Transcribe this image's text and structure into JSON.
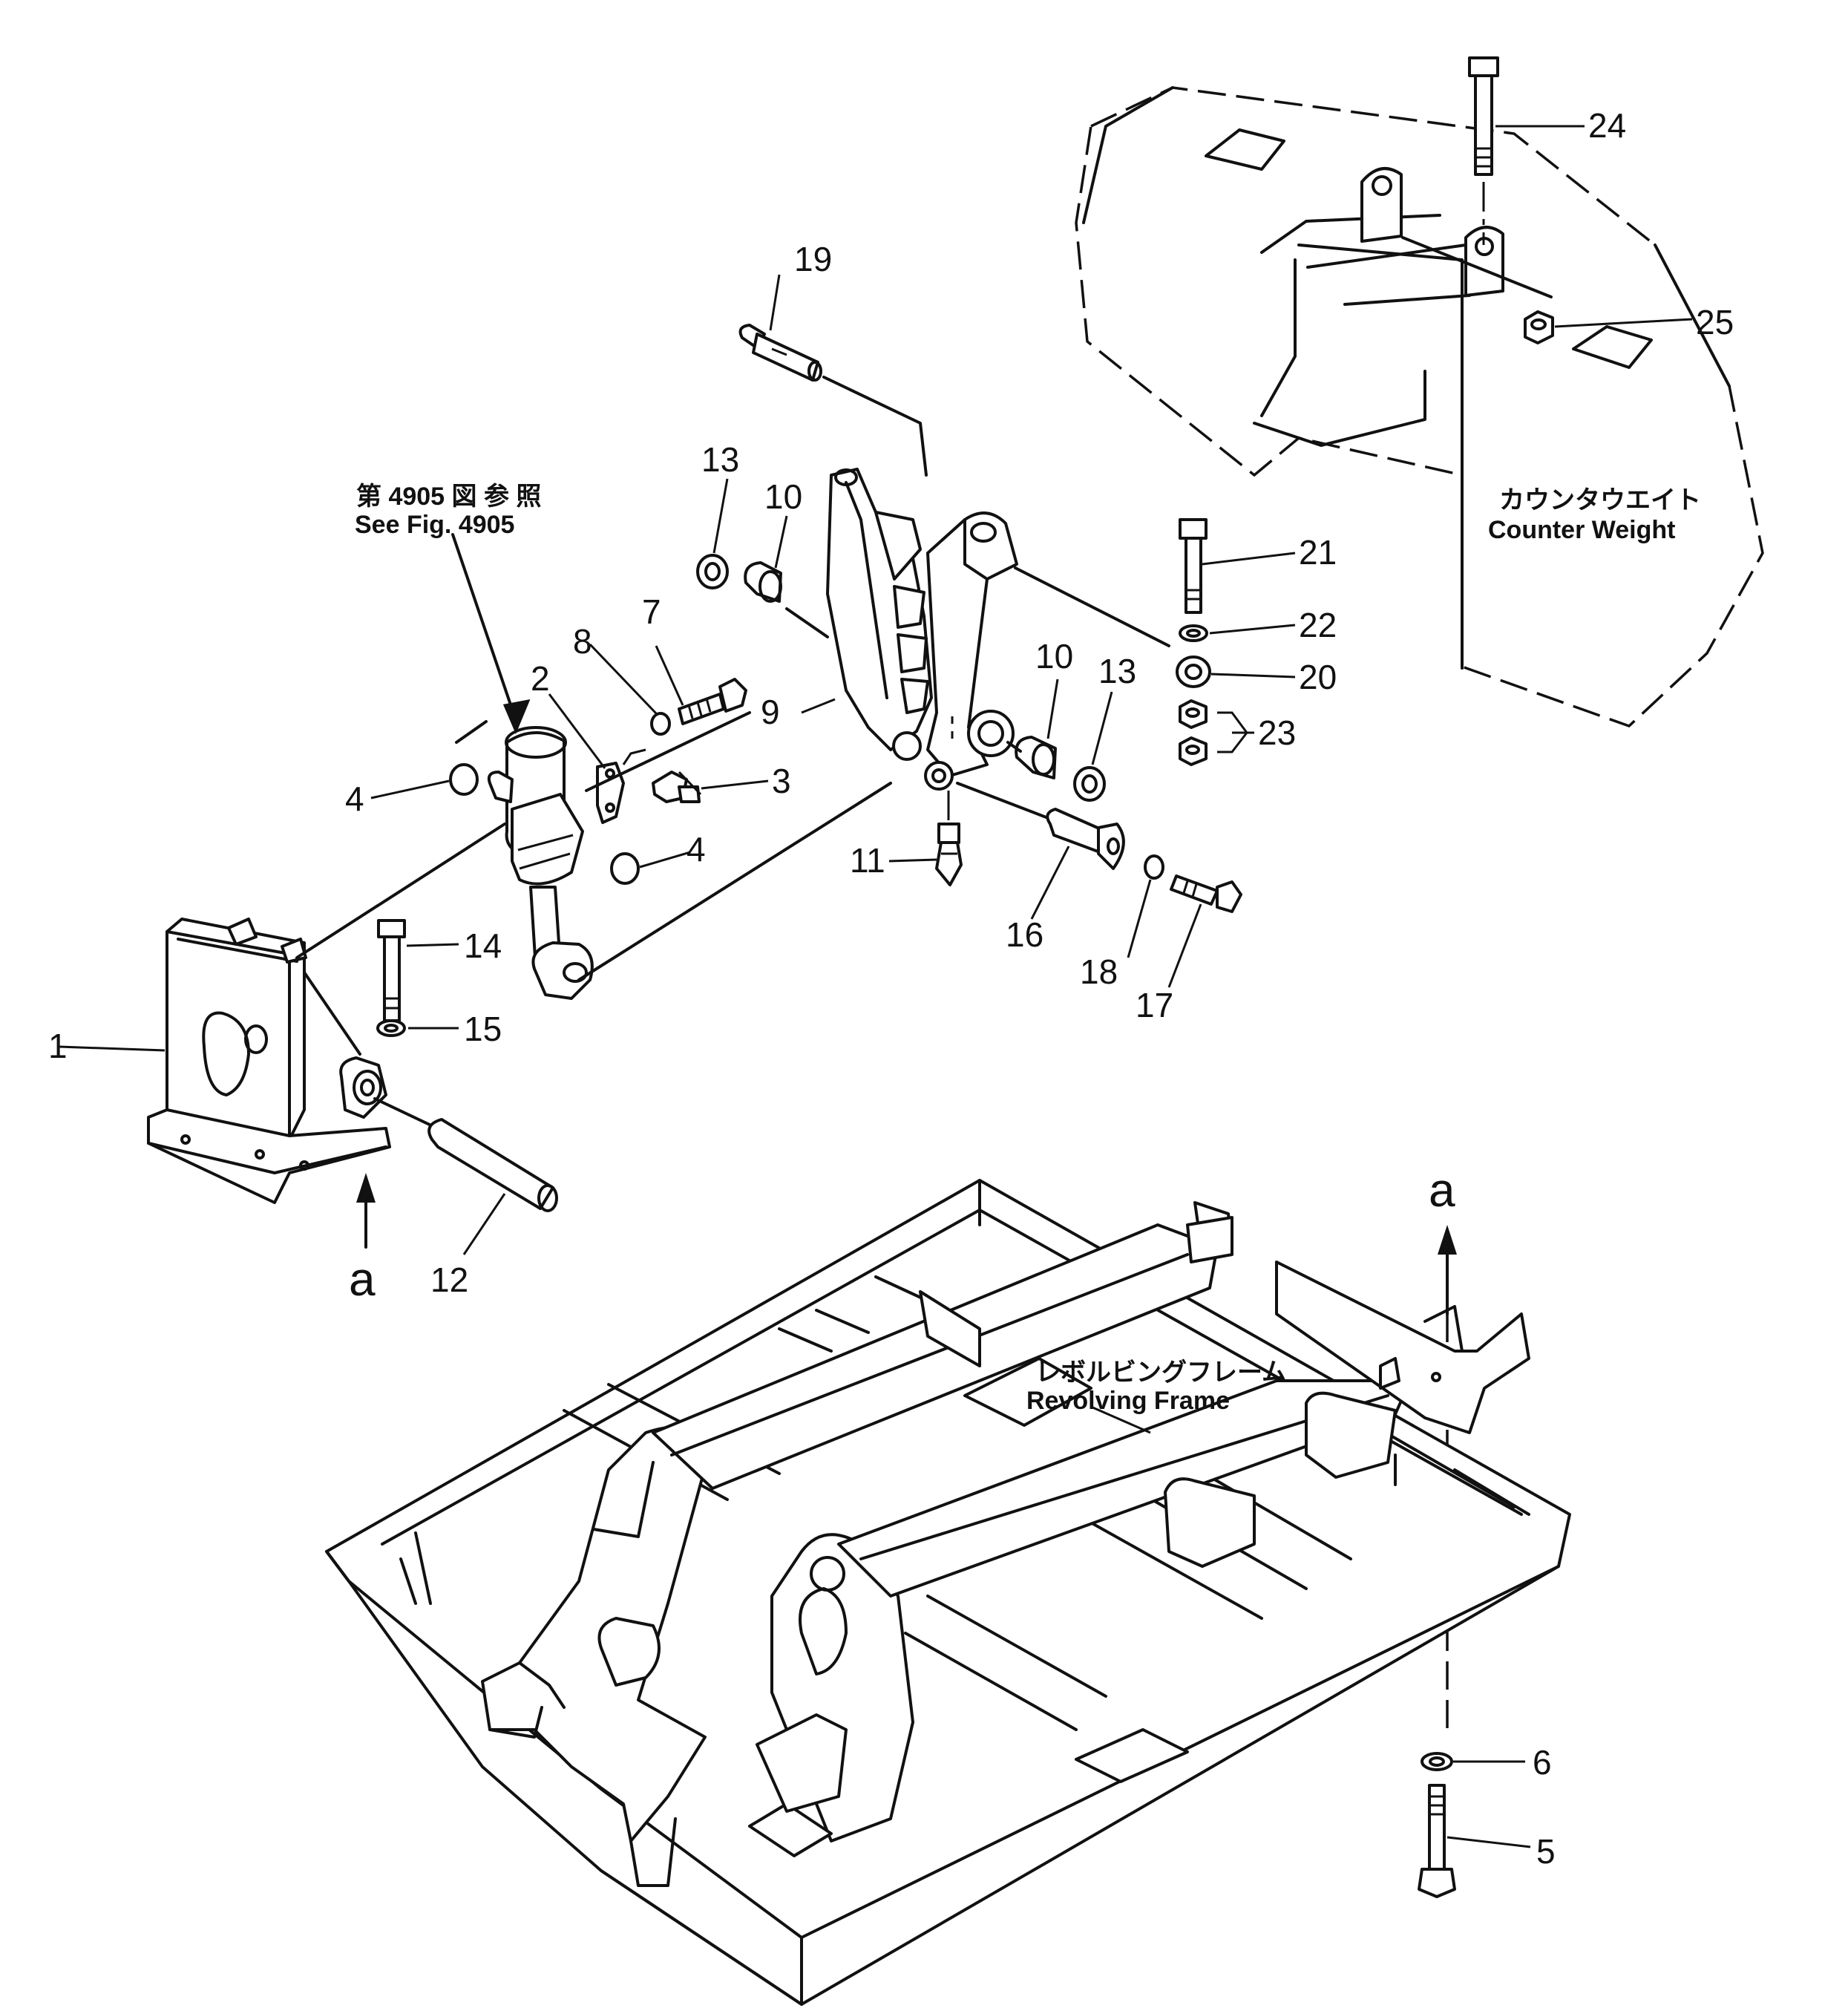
{
  "references": {
    "see_fig_jp": "第 4905 図 参 照",
    "see_fig_en": "See Fig. 4905"
  },
  "assemblies": {
    "counter_weight_jp": "カウンタウエイト",
    "counter_weight_en": "Counter  Weight",
    "revolving_frame_jp": "レボルビングフレーム",
    "revolving_frame_en": "Revolving  Frame"
  },
  "view_marks": {
    "a_left": "a",
    "a_right": "a"
  },
  "callouts": [
    "1",
    "2",
    "3",
    "4",
    "4",
    "5",
    "6",
    "7",
    "8",
    "9",
    "10",
    "10",
    "11",
    "12",
    "13",
    "13",
    "14",
    "15",
    "16",
    "17",
    "18",
    "19",
    "20",
    "21",
    "22",
    "23",
    "24",
    "25"
  ]
}
